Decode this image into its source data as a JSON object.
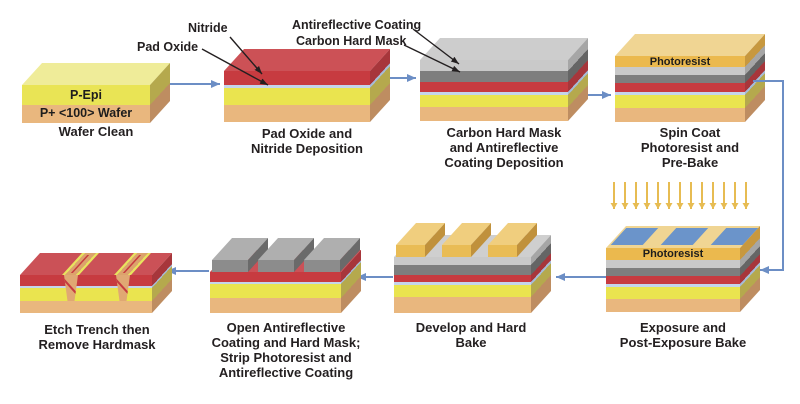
{
  "diagram": {
    "steps": [
      {
        "id": "wafer-clean",
        "caption": "Wafer Clean"
      },
      {
        "id": "pad-oxide-nitride",
        "caption": "Pad Oxide and\nNitride Deposition"
      },
      {
        "id": "carbon-hard-mask",
        "caption": "Carbon Hard Mask\nand Antireflective\nCoating Deposition"
      },
      {
        "id": "spin-coat",
        "caption": "Spin Coat\nPhotoresist and\nPre-Bake"
      },
      {
        "id": "exposure",
        "caption": "Exposure and\nPost-Exposure Bake"
      },
      {
        "id": "develop",
        "caption": "Develop and Hard\nBake"
      },
      {
        "id": "open-arc",
        "caption": "Open Antireflective\nCoating and Hard Mask;\nStrip Photoresist and\nAntireflective Coating"
      },
      {
        "id": "etch-trench",
        "caption": "Etch Trench then\nRemove Hardmask"
      }
    ],
    "layer_labels": {
      "p_epi": "P-Epi",
      "wafer": "P+ <100> Wafer",
      "photoresist": "Photoresist"
    },
    "callouts": {
      "nitride": "Nitride",
      "pad_oxide": "Pad Oxide",
      "antireflective_coating": "Antireflective Coating",
      "carbon_hard_mask": "Carbon Hard Mask"
    },
    "colors": {
      "flow_arrow_blue": "#6C8EC5",
      "callout_black": "#231F20",
      "uv_arrow_gold": "#E7BC52",
      "exposure_pad_blue": "#6B94CA",
      "photoresist_gold": "#EBB94E",
      "nitride_red": "#C73B40",
      "pad_oxide_blue": "#C5D5EA",
      "antireflective_gray": "#C9C9C9",
      "hard_mask_gray": "#7E7E7E",
      "epi_yellow": "#EAE44F",
      "substrate_tan": "#E9B77E"
    }
  }
}
